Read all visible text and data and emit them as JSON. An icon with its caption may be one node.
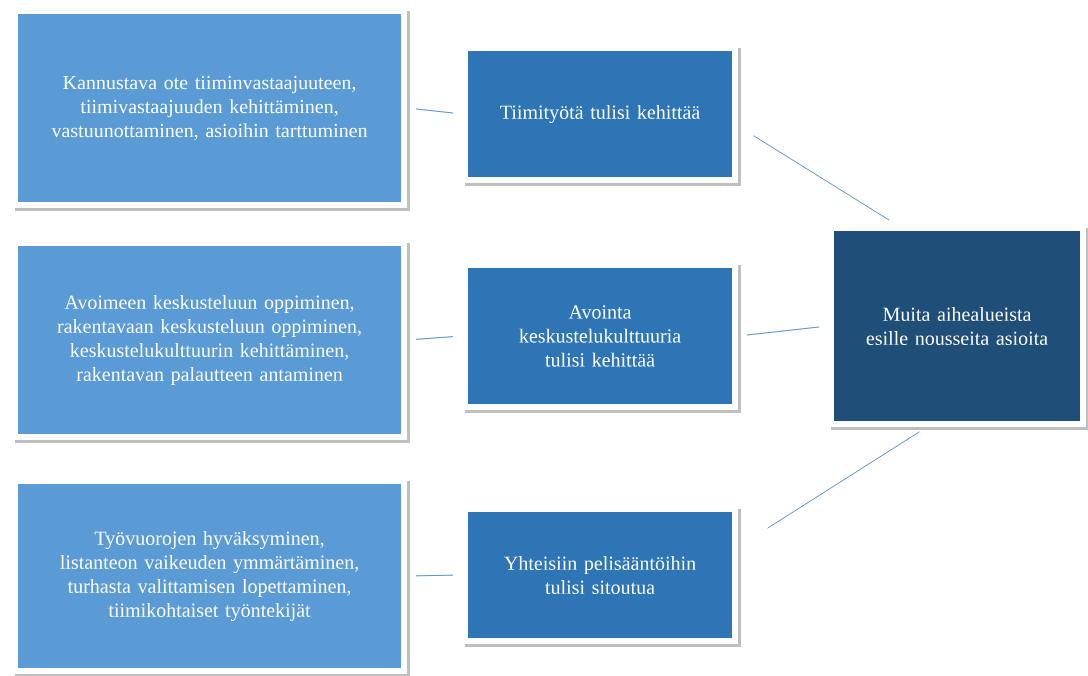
{
  "diagram": {
    "nodes": [
      {
        "text": [
          "Kannustava ote tiiminvastaajuuteen, tiimivastaajuuden kehittäminen, vastuunottaminen, asioihin tarttuminen"
        ]
      },
      {
        "text": [
          "Tiimityötä tulisi kehittää"
        ]
      },
      {
        "text": [
          "Muita aihealueista esille nousseita asioita"
        ]
      },
      {
        "text": [
          "Avoimeen keskusteluun oppiminen, rakentavaan keskusteluun oppiminen, keskustelukulttuurin kehittäminen, rakentavan palautteen antaminen"
        ]
      },
      {
        "text": [
          "Avointa keskustelukulttuuria tulisi kehittää"
        ]
      },
      {
        "text": [
          "Työvuorojen hyväksyminen, listanteon vaikeuden ymmärtäminen, turhasta valittamisen lopettaminen, tiimikohtaiset työntekijät"
        ]
      },
      {
        "text": [
          "Yhteisiin pelisääntöihin tulisi sitoutua"
        ]
      }
    ],
    "edges": [
      {
        "from": 2,
        "to": 1,
        "arrow": "none"
      },
      {
        "from": 2,
        "to": 4,
        "arrow": "none"
      },
      {
        "from": 2,
        "to": 6,
        "arrow": "none"
      },
      {
        "from": 1,
        "to": 0,
        "arrow": "none"
      },
      {
        "from": 4,
        "to": 3,
        "arrow": "none"
      },
      {
        "from": 6,
        "to": 5,
        "arrow": "none"
      }
    ]
  }
}
